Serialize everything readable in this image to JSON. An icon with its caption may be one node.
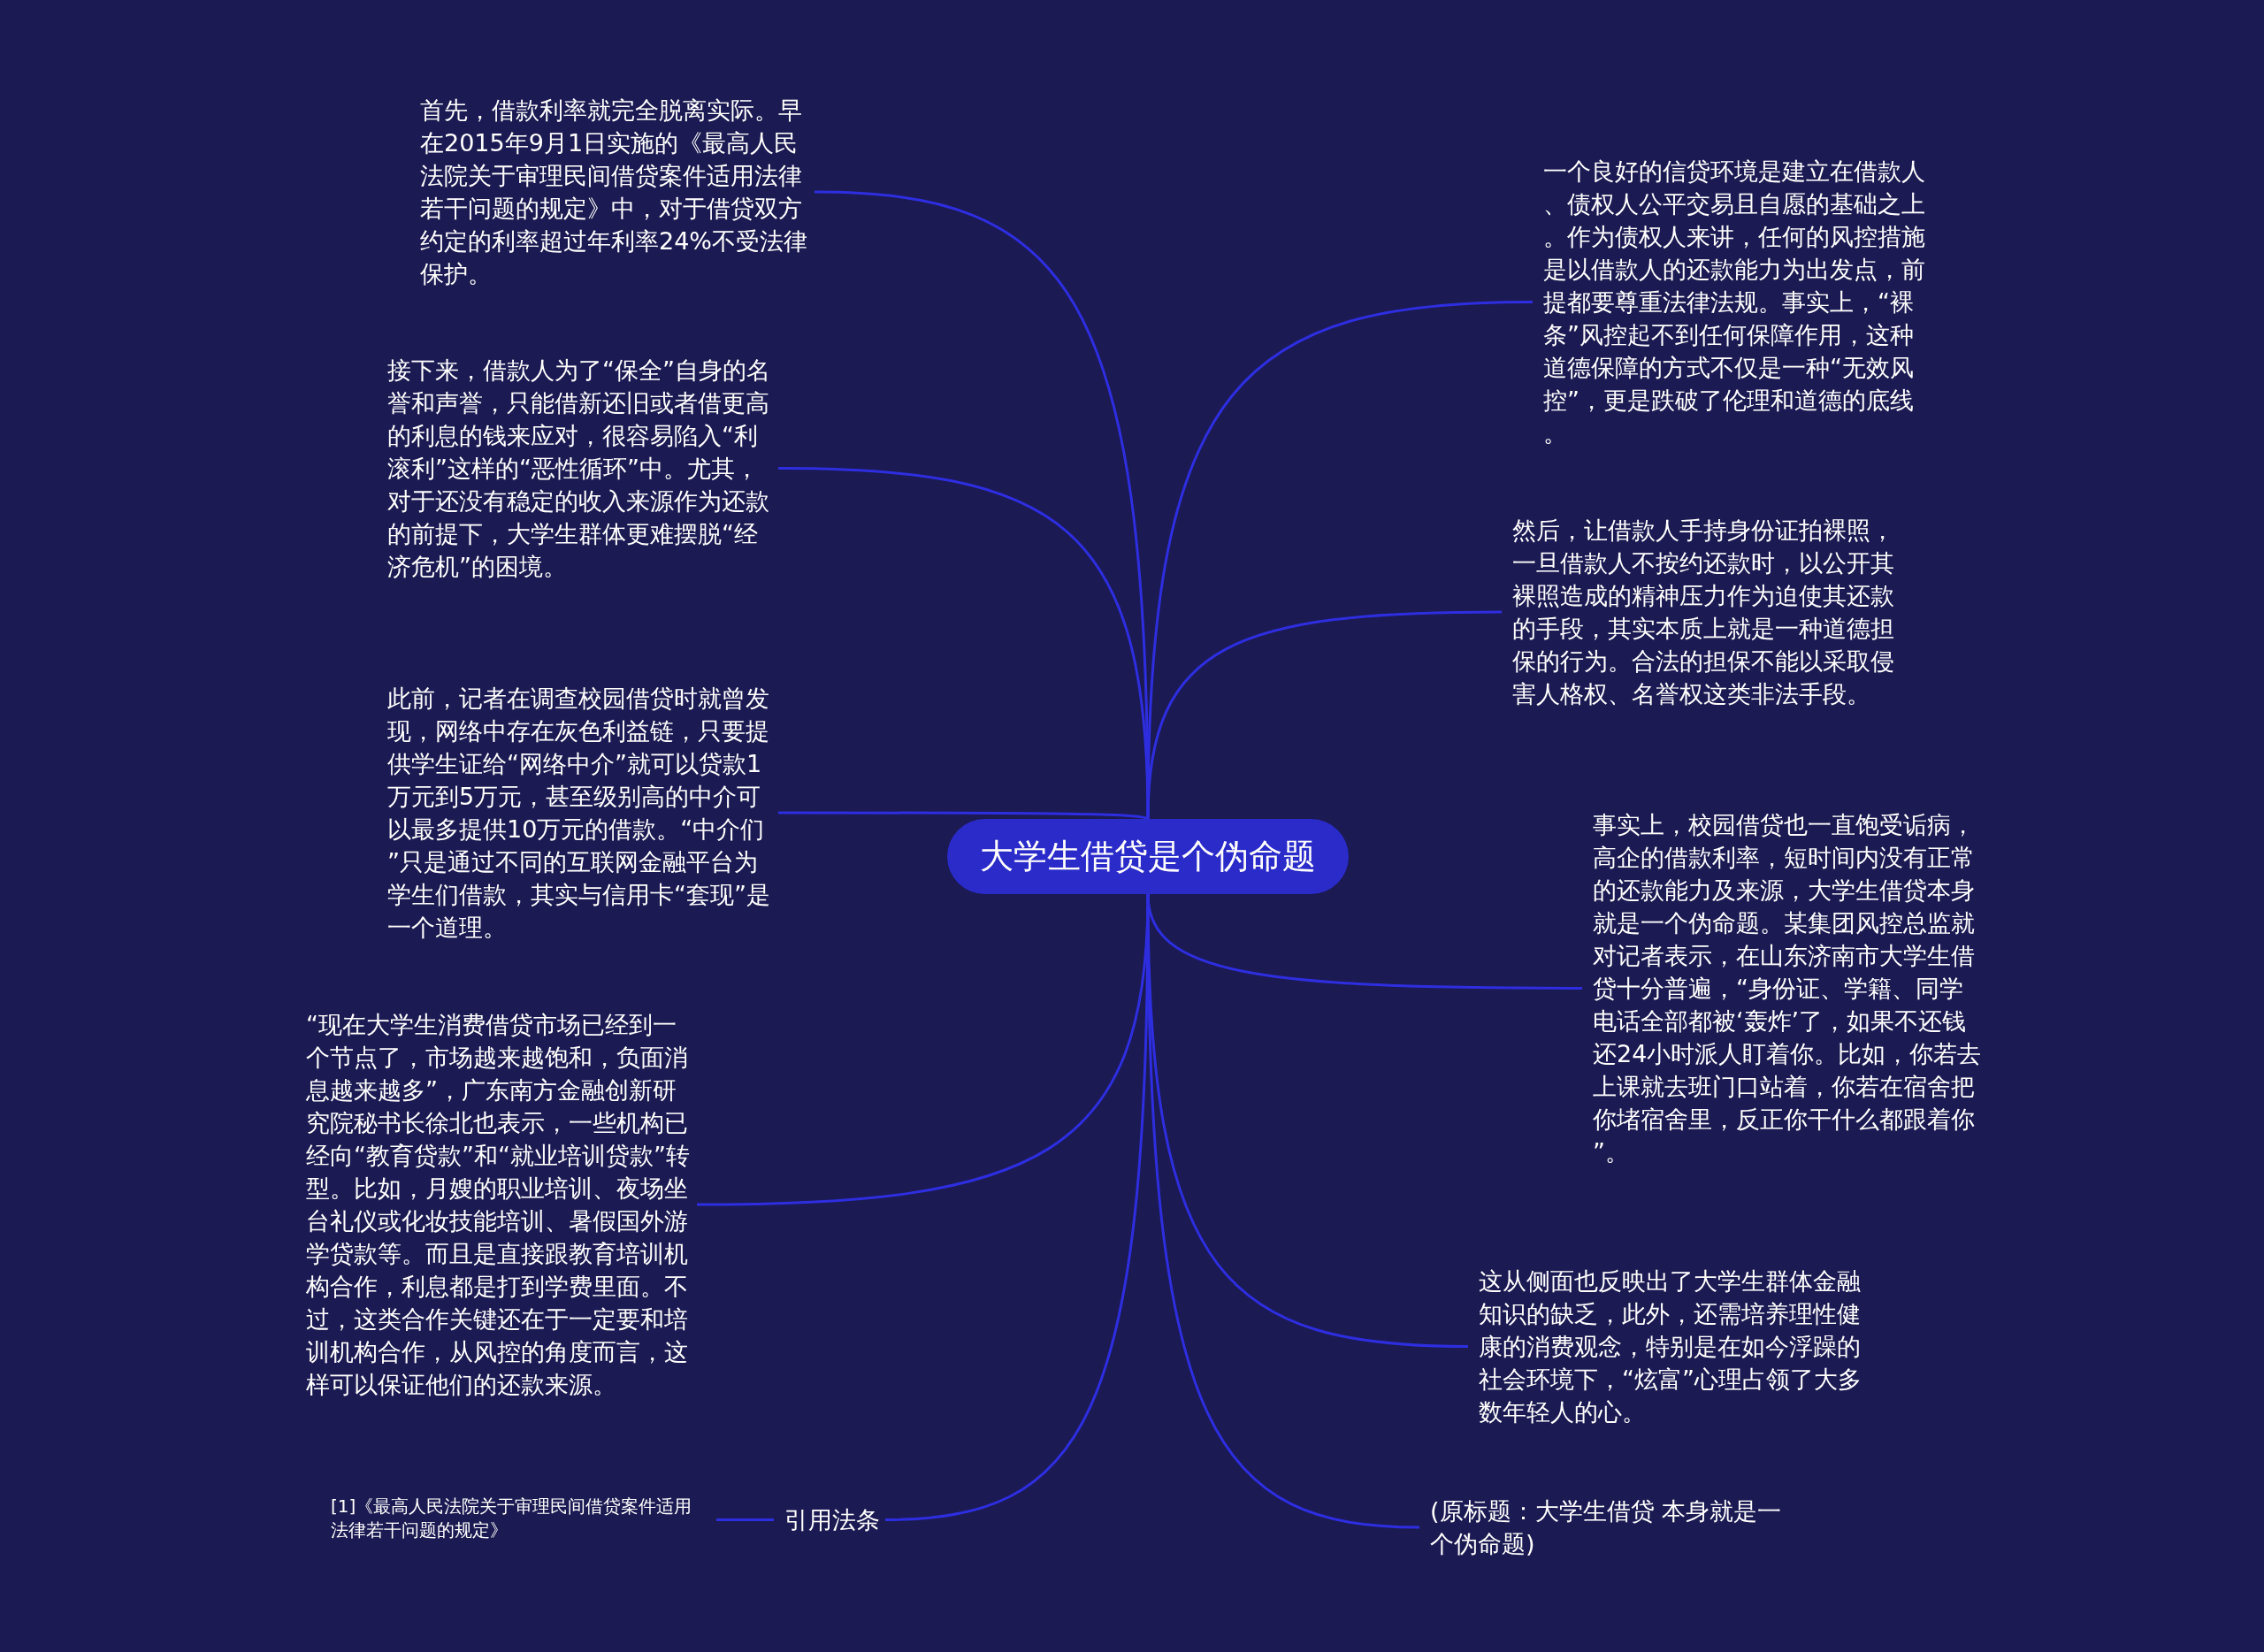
{
  "diagram": {
    "nodes": [
      {
        "text": [
          "大学生借贷是个伪命题"
        ]
      },
      {
        "text": [
          "首先，借款利率就完全脱离实际。早在2015年9月1日实施的《最高人民法院关于审理民间借贷案件适用法律若干问题的规定》中，对于借贷双方约定的利率超过年利率24%不受法律保护。"
        ]
      },
      {
        "text": [
          "接下来，借款人为了“保全”自身的名誉和声誉，只能借新还旧或者借更高的利息的钱来应对，很容易陷入“利滚利”这样的“恶性循环”中。尤其，对于还没有稳定的收入来源作为还款的前提下，大学生群体更难摆脱“经济危机”的困境。"
        ]
      },
      {
        "text": [
          "此前，记者在调查校园借贷时就曾发现，网络中存在灰色利益链，只要提供学生证给“网络中介”就可以贷款1万元到5万元，甚至级别高的中介可以最多提供10万元的借款。“中介们”只是通过不同的互联网金融平台为学生们借款，其实与信用卡“套现”是一个道理。"
        ]
      },
      {
        "text": [
          "“现在大学生消费借贷市场已经到一个节点了，市场越来越饱和，负面消息越来越多”，广东南方金融创新研究院秘书长徐北也表示，一些机构已经向“教育贷款”和“就业培训贷款”转型。比如，月嫂的职业培训、夜场坐台礼仪或化妆技能培训、暑假国外游学贷款等。而且是直接跟教育培训机构合作，利息都是打到学费里面。不过，这类合作关键还在于一定要和培训机构合作，从风控的角度而言，这样可以保证他们的还款来源。"
        ]
      },
      {
        "text": [
          "引用法条"
        ]
      },
      {
        "text": [
          "[1]《最高人民法院关于审理民间借贷案件适用法律若干问题的规定》"
        ]
      },
      {
        "text": [
          "一个良好的信贷环境是建立在借款人、债权人公平交易且自愿的基础之上。作为债权人来讲，任何的风控措施是以借款人的还款能力为出发点，前提都要尊重法律法规。事实上，“裸条”风控起不到任何保障作用，这种道德保障的方式不仅是一种“无效风控”，更是跌破了伦理和道德的底线。"
        ]
      },
      {
        "text": [
          "然后，让借款人手持身份证拍裸照，一旦借款人不按约还款时，以公开其裸照造成的精神压力作为迫使其还款的手段，其实本质上就是一种道德担保的行为。合法的担保不能以采取侵害人格权、名誉权这类非法手段。"
        ]
      },
      {
        "text": [
          "事实上，校园借贷也一直饱受诟病，高企的借款利率，短时间内没有正常的还款能力及来源，大学生借贷本身就是一个伪命题。某集团风控总监就对记者表示，在山东济南市大学生借贷十分普遍，“身份证、学籍、同学电话全部都被‘轰炸’了，如果不还钱还24小时派人盯着你。比如，你若去上课就去班门口站着，你若在宿舍把你堵宿舍里，反正你干什么都跟着你”。"
        ]
      },
      {
        "text": [
          "这从侧面也反映出了大学生群体金融知识的缺乏，此外，还需培养理性健康的消费观念，特别是在如今浮躁的社会环境下，“炫富”心理占领了大多数年轻人的心。"
        ]
      },
      {
        "text": [
          "(原标题：大学生借贷 本身就是一个伪命题)"
        ]
      }
    ],
    "edges": [
      {
        "from": 0,
        "to": 1,
        "arrow": "none"
      },
      {
        "from": 0,
        "to": 2,
        "arrow": "none"
      },
      {
        "from": 0,
        "to": 3,
        "arrow": "none"
      },
      {
        "from": 0,
        "to": 4,
        "arrow": "none"
      },
      {
        "from": 0,
        "to": 5,
        "arrow": "none"
      },
      {
        "from": 5,
        "to": 6,
        "arrow": "none"
      },
      {
        "from": 0,
        "to": 7,
        "arrow": "none"
      },
      {
        "from": 0,
        "to": 8,
        "arrow": "none"
      },
      {
        "from": 0,
        "to": 9,
        "arrow": "none"
      },
      {
        "from": 0,
        "to": 10,
        "arrow": "none"
      },
      {
        "from": 0,
        "to": 11,
        "arrow": "none"
      }
    ]
  }
}
